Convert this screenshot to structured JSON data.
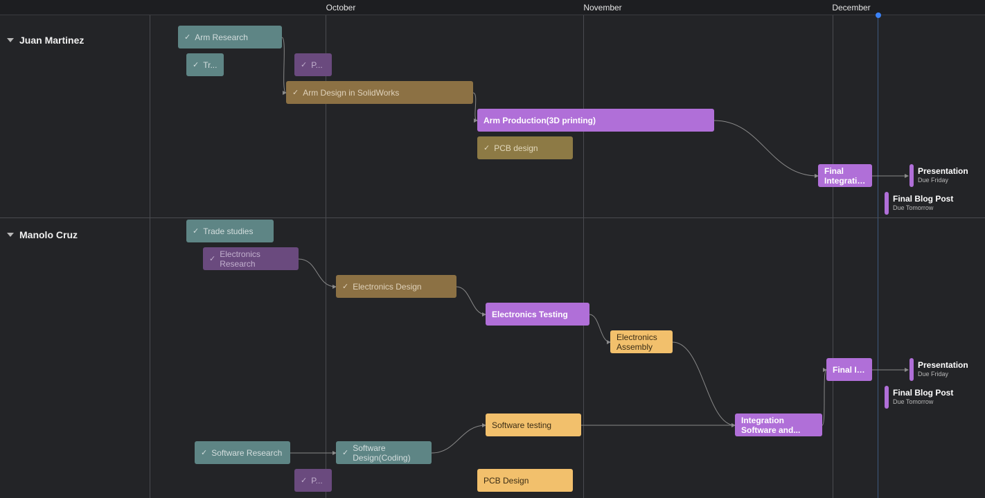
{
  "timeline": {
    "months": [
      {
        "label": "October"
      },
      {
        "label": "November"
      },
      {
        "label": "December"
      }
    ]
  },
  "groups": [
    {
      "name": "Juan Martinez"
    },
    {
      "name": "Manolo Cruz"
    }
  ],
  "tasks": {
    "jm_arm_research": {
      "label": "Arm Research",
      "done": true,
      "color": "#5e8585"
    },
    "jm_trade": {
      "label": "Tr...",
      "done": true,
      "color": "#5e8585"
    },
    "jm_p": {
      "label": "P...",
      "done": true,
      "color": "#6a4a7e"
    },
    "jm_arm_design": {
      "label": "Arm Design in SolidWorks",
      "done": true,
      "color": "#8c7144"
    },
    "jm_arm_production": {
      "label": "Arm Production(3D printing)",
      "done": false,
      "color": "#b06fd8"
    },
    "jm_pcb_design": {
      "label": "PCB design",
      "done": true,
      "color": "#8d7a45"
    },
    "jm_final_integration": {
      "label": "Final Integration",
      "done": false,
      "color": "#b06fd8"
    },
    "mc_trade_studies": {
      "label": "Trade studies",
      "done": true,
      "color": "#5e8585"
    },
    "mc_electronics_research": {
      "label": "Electronics Research",
      "done": true,
      "color": "#6a4a7e"
    },
    "mc_electronics_design": {
      "label": "Electronics Design",
      "done": true,
      "color": "#8c7144"
    },
    "mc_electronics_testing": {
      "label": "Electronics Testing",
      "done": false,
      "color": "#b06fd8"
    },
    "mc_electronics_assembly": {
      "label": "Electronics Assembly",
      "done": false,
      "color": "#f2c06c"
    },
    "mc_final_in": {
      "label": "Final In...",
      "done": false,
      "color": "#b06fd8"
    },
    "mc_integration": {
      "label": "Integration Software and...",
      "done": false,
      "color": "#b06fd8"
    },
    "mc_software_testing": {
      "label": "Software testing",
      "done": false,
      "color": "#f2c06c"
    },
    "mc_software_research": {
      "label": "Software Research",
      "done": true,
      "color": "#5e8585"
    },
    "mc_software_design": {
      "label": "Software Design(Coding)",
      "done": true,
      "color": "#5e8585"
    },
    "mc_p": {
      "label": "P...",
      "done": true,
      "color": "#6a4a7e"
    },
    "mc_pcb_design": {
      "label": "PCB Design",
      "done": false,
      "color": "#f2c06c"
    }
  },
  "milestones": {
    "jm_presentation": {
      "title": "Presentation",
      "due": "Due Friday"
    },
    "jm_blog": {
      "title": "Final Blog Post",
      "due": "Due Tomorrow"
    },
    "mc_presentation": {
      "title": "Presentation",
      "due": "Due Friday"
    },
    "mc_blog": {
      "title": "Final Blog Post",
      "due": "Due Tomorrow"
    }
  },
  "icons": {
    "check": "✓",
    "caret": "caret-down-icon"
  },
  "colors": {
    "today_marker": "#3b82f6",
    "link": "#8a8a8a",
    "background": "#232427"
  }
}
